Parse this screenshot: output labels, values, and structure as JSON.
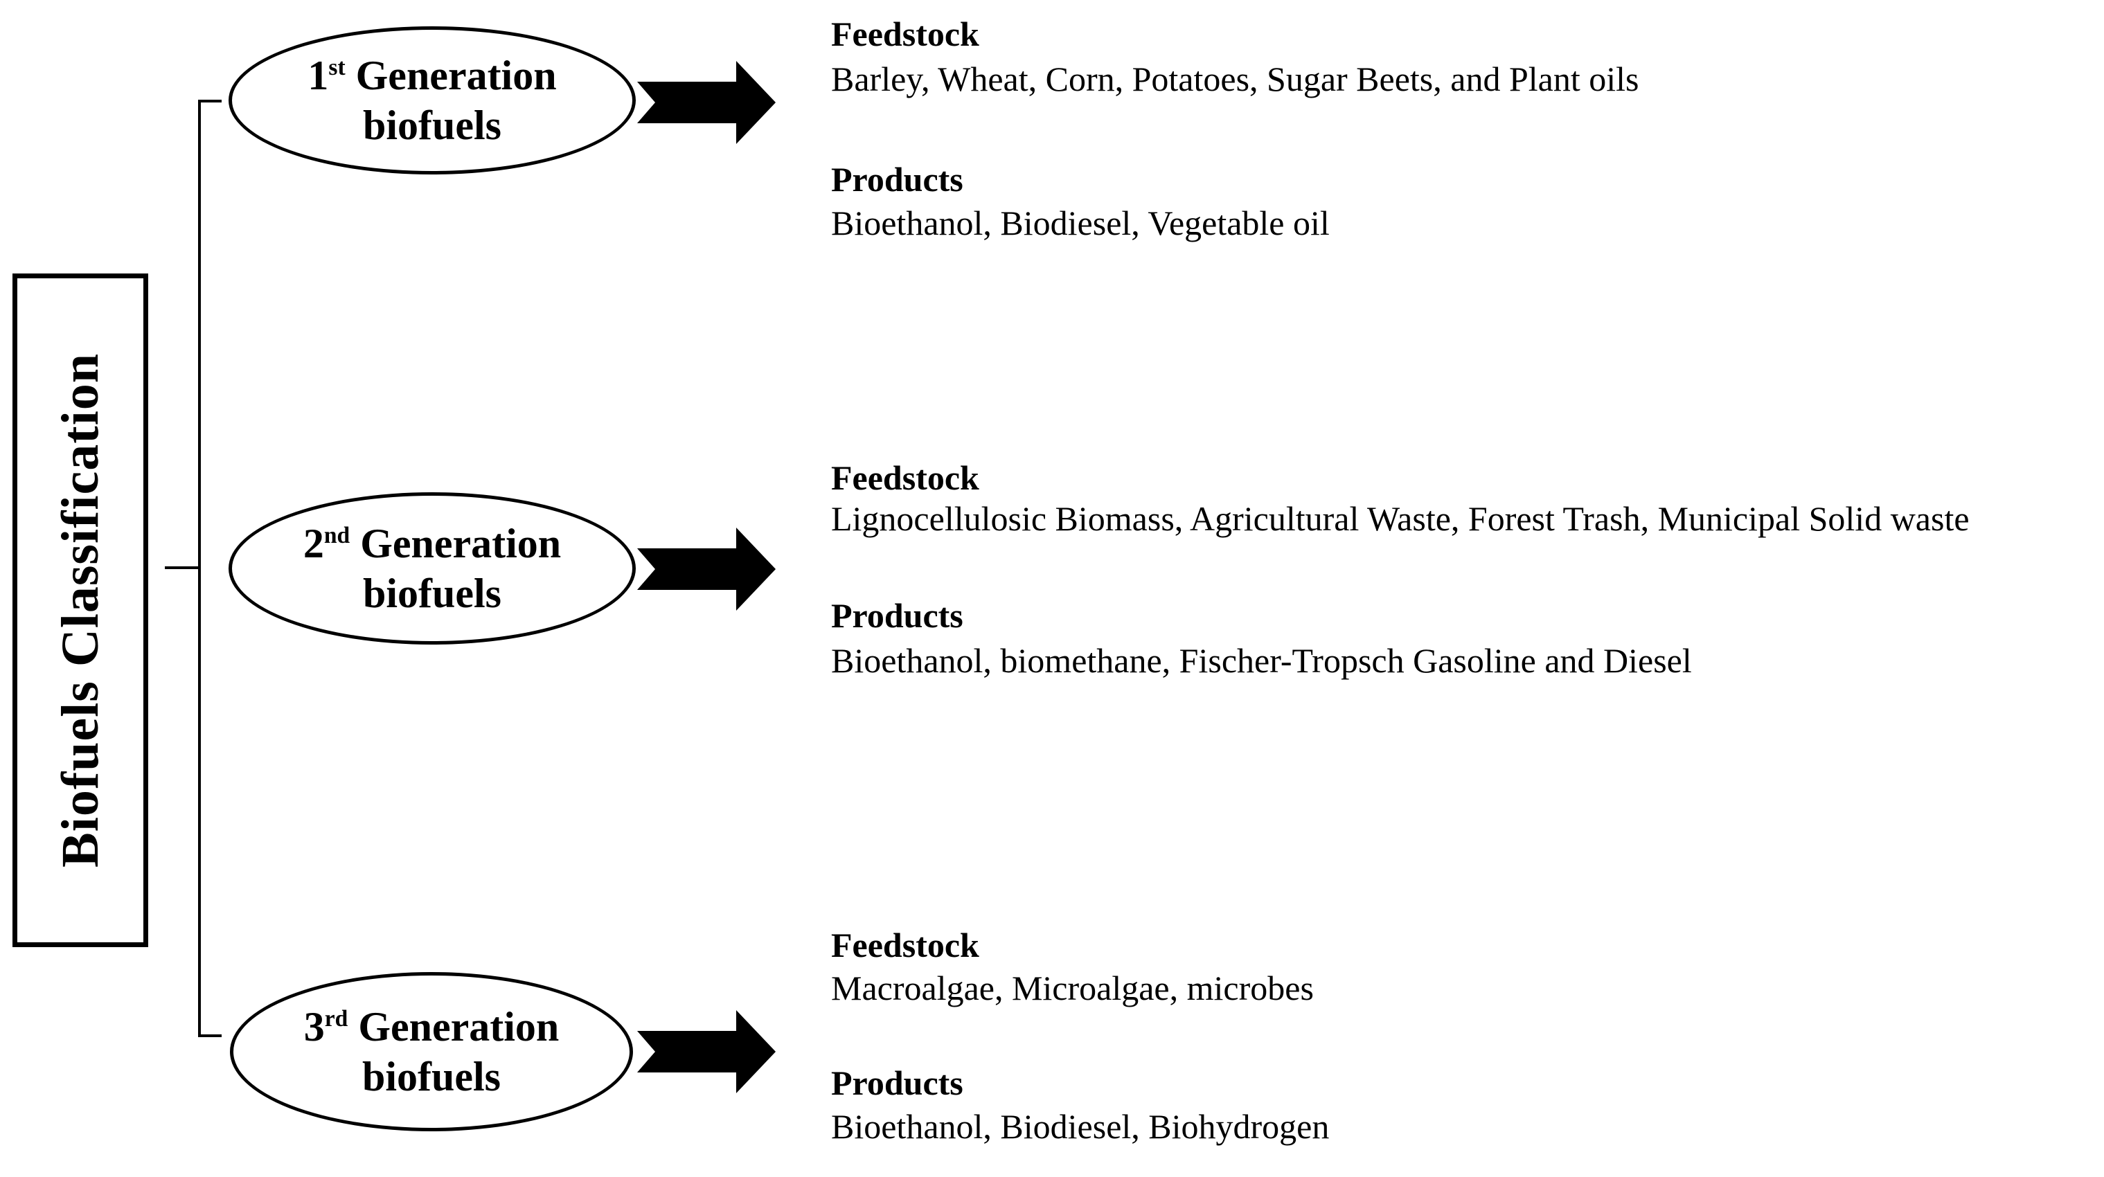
{
  "colors": {
    "ink": "#000000",
    "paper": "#ffffff"
  },
  "title_box": {
    "label": "Biofuels Classification"
  },
  "generations": [
    {
      "node": {
        "num": "1",
        "sup": "st",
        "rest": " Generation",
        "line2": "biofuels"
      },
      "feedstock_heading": "Feedstock",
      "feedstock_items": "Barley, Wheat, Corn, Potatoes, Sugar Beets, and Plant oils",
      "products_heading": "Products",
      "products_items": "Bioethanol, Biodiesel, Vegetable oil"
    },
    {
      "node": {
        "num": "2",
        "sup": "nd",
        "rest": " Generation",
        "line2": "biofuels"
      },
      "feedstock_heading": "Feedstock",
      "feedstock_items": "Lignocellulosic Biomass, Agricultural Waste, Forest Trash, Municipal Solid waste",
      "products_heading": "Products",
      "products_items": "Bioethanol, biomethane, Fischer-Tropsch Gasoline and Diesel"
    },
    {
      "node": {
        "num": "3",
        "sup": "rd",
        "rest": " Generation",
        "line2": "biofuels"
      },
      "feedstock_heading": "Feedstock",
      "feedstock_items": "Macroalgae, Microalgae, microbes",
      "products_heading": "Products",
      "products_items": "Bioethanol, Biodiesel, Biohydrogen"
    }
  ]
}
